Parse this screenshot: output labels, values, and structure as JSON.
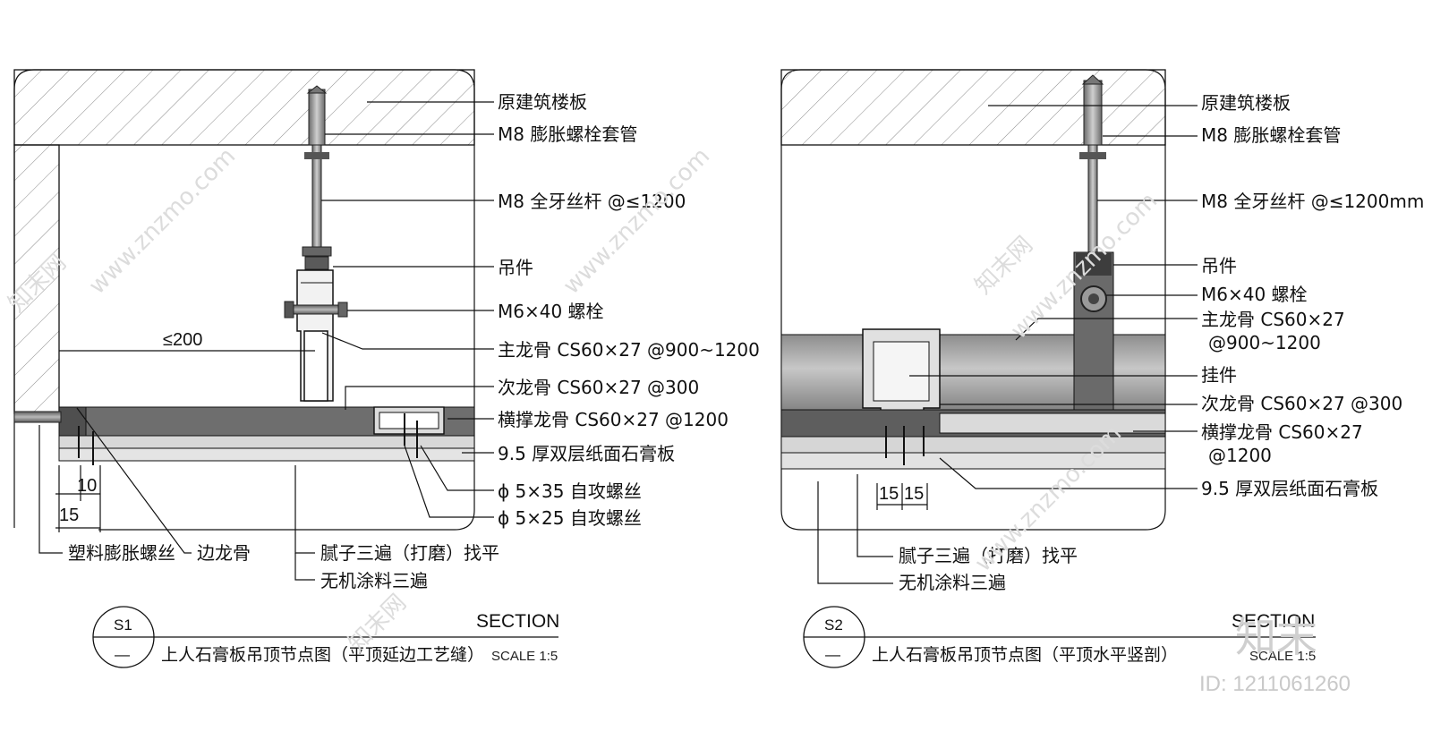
{
  "s1": {
    "labels": {
      "slab": "原建筑楼板",
      "anchor_sleeve": "M8 膨胀螺栓套管",
      "rod": "M8 全牙丝杆 @≤1200",
      "hanger": "吊件",
      "bolt": "M6×40 螺栓",
      "main_keel": "主龙骨 CS60×27 @900~1200",
      "sub_keel": "次龙骨 CS60×27 @300",
      "cross_keel": "横撑龙骨 CS60×27 @1200",
      "board": "9.5 厚双层纸面石膏板",
      "screw_35": "ϕ 5×35 自攻螺丝",
      "screw_25": "ϕ 5×25 自攻螺丝",
      "putty": "腻子三遍（打磨）找平",
      "paint": "无机涂料三遍",
      "plastic_screw": "塑料膨胀螺丝",
      "edge_keel": "边龙骨"
    },
    "dims": {
      "wall_gap": "≤200",
      "d10": "10",
      "d15": "15"
    },
    "badge": {
      "top": "S1",
      "bottom": "—"
    },
    "section_word": "SECTION",
    "title": "上人石膏板吊顶节点图（平顶延边工艺缝）",
    "scale": "SCALE 1:5"
  },
  "s2": {
    "labels": {
      "slab": "原建筑楼板",
      "anchor_sleeve": "M8 膨胀螺栓套管",
      "rod": "M8 全牙丝杆 @≤1200mm",
      "hanger": "吊件",
      "bolt": "M6×40 螺栓",
      "main_keel_1": "主龙骨 CS60×27",
      "main_keel_2": "@900~1200",
      "clip": "挂件",
      "sub_keel": "次龙骨 CS60×27 @300",
      "cross_keel_1": "横撑龙骨 CS60×27",
      "cross_keel_2": "@1200",
      "board": "9.5 厚双层纸面石膏板",
      "putty": "腻子三遍（打磨）找平",
      "paint": "无机涂料三遍"
    },
    "dims": {
      "d15a": "15",
      "d15b": "15"
    },
    "badge": {
      "top": "S2",
      "bottom": "—"
    },
    "section_word": "SECTION",
    "title": "上人石膏板吊顶节点图（平顶水平竖剖）",
    "scale": "SCALE 1:5"
  },
  "watermark": {
    "site": "www.znzmo.com",
    "brand": "知末网",
    "logo": "知末",
    "id": "ID: 1211061260"
  },
  "colors": {
    "line": "#111111",
    "concrete": "#ffffff",
    "steel_dark": "#6f6f6f",
    "steel_mid": "#9a9a9a",
    "board": "#d9d9d9",
    "watermark": "#d8d8d8"
  }
}
